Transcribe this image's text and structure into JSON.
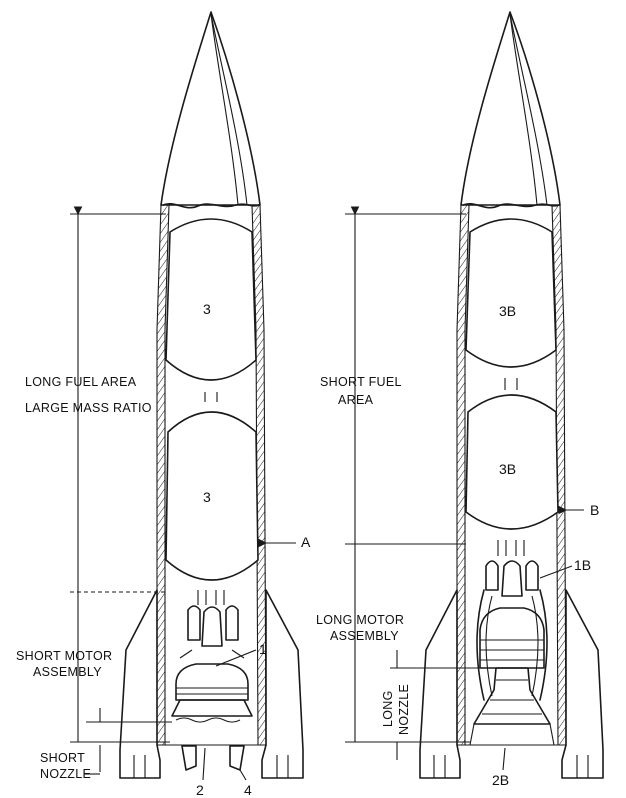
{
  "left_rocket": {
    "fuel_area_label_1": "LONG FUEL AREA",
    "fuel_area_label_2": "LARGE MASS RATIO",
    "motor_label_1": "SHORT MOTOR",
    "motor_label_2": "ASSEMBLY",
    "nozzle_label_1": "SHORT",
    "nozzle_label_2": "NOZZLE",
    "tank_upper": "3",
    "tank_lower": "3",
    "callout_motor": "1",
    "callout_nozzle": "2",
    "callout_fin": "4",
    "callout_hull": "A"
  },
  "right_rocket": {
    "fuel_area_label_1": "SHORT FUEL",
    "fuel_area_label_2": "AREA",
    "motor_label_1": "LONG MOTOR",
    "motor_label_2": "ASSEMBLY",
    "nozzle_label_1": "LONG",
    "nozzle_label_2": "NOZZLE",
    "tank_upper": "3B",
    "tank_lower": "3B",
    "callout_motor": "1B",
    "callout_nozzle": "2B",
    "callout_hull": "B"
  }
}
